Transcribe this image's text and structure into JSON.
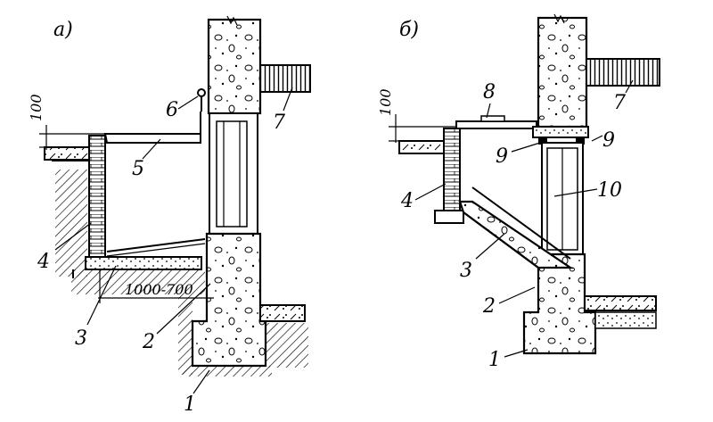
{
  "figure": {
    "sections": [
      {
        "id": "a",
        "label": "а)"
      },
      {
        "id": "b",
        "label": "б)"
      }
    ],
    "dimensions": {
      "a_height": "100",
      "a_width": "1000-700",
      "b_height": "100"
    },
    "callouts_a": [
      "1",
      "2",
      "3",
      "4",
      "5",
      "6",
      "7"
    ],
    "callouts_b": [
      "1",
      "2",
      "3",
      "4",
      "7",
      "8",
      "9",
      "9",
      "10"
    ]
  }
}
